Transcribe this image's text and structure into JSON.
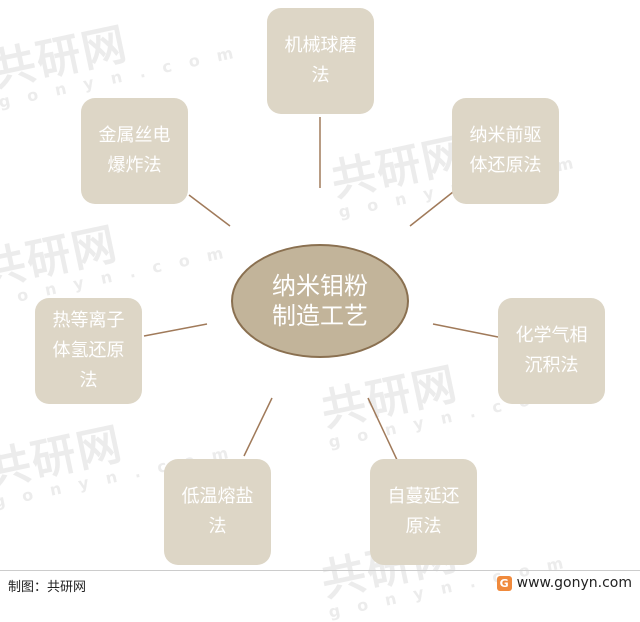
{
  "center": {
    "line1": "纳米钼粉",
    "line2": "制造工艺"
  },
  "nodes": [
    {
      "id": "ball-milling",
      "lines": [
        "机械球磨",
        "法"
      ]
    },
    {
      "id": "precursor-reduction",
      "lines": [
        "纳米前驱",
        "体还原法"
      ]
    },
    {
      "id": "cvd",
      "lines": [
        "化学气相",
        "沉积法"
      ]
    },
    {
      "id": "self-propagating",
      "lines": [
        "自蔓延还",
        "原法"
      ]
    },
    {
      "id": "molten-salt",
      "lines": [
        "低温熔盐",
        "法"
      ]
    },
    {
      "id": "plasma-hydrogen",
      "lines": [
        "热等离子",
        "体氢还原",
        "法"
      ]
    },
    {
      "id": "wire-explosion",
      "lines": [
        "金属丝电",
        "爆炸法"
      ]
    }
  ],
  "watermark": {
    "text": "共研网",
    "url": "g o n y n . c o m"
  },
  "footer": {
    "source": "制图：共研网",
    "website": "www.gonyn.com",
    "logo_letter": "G"
  },
  "colors": {
    "node_fill": "#ddd6c6",
    "center_fill": "#c2b49a",
    "center_border": "#8a7050",
    "connector": "#a07a5a"
  }
}
